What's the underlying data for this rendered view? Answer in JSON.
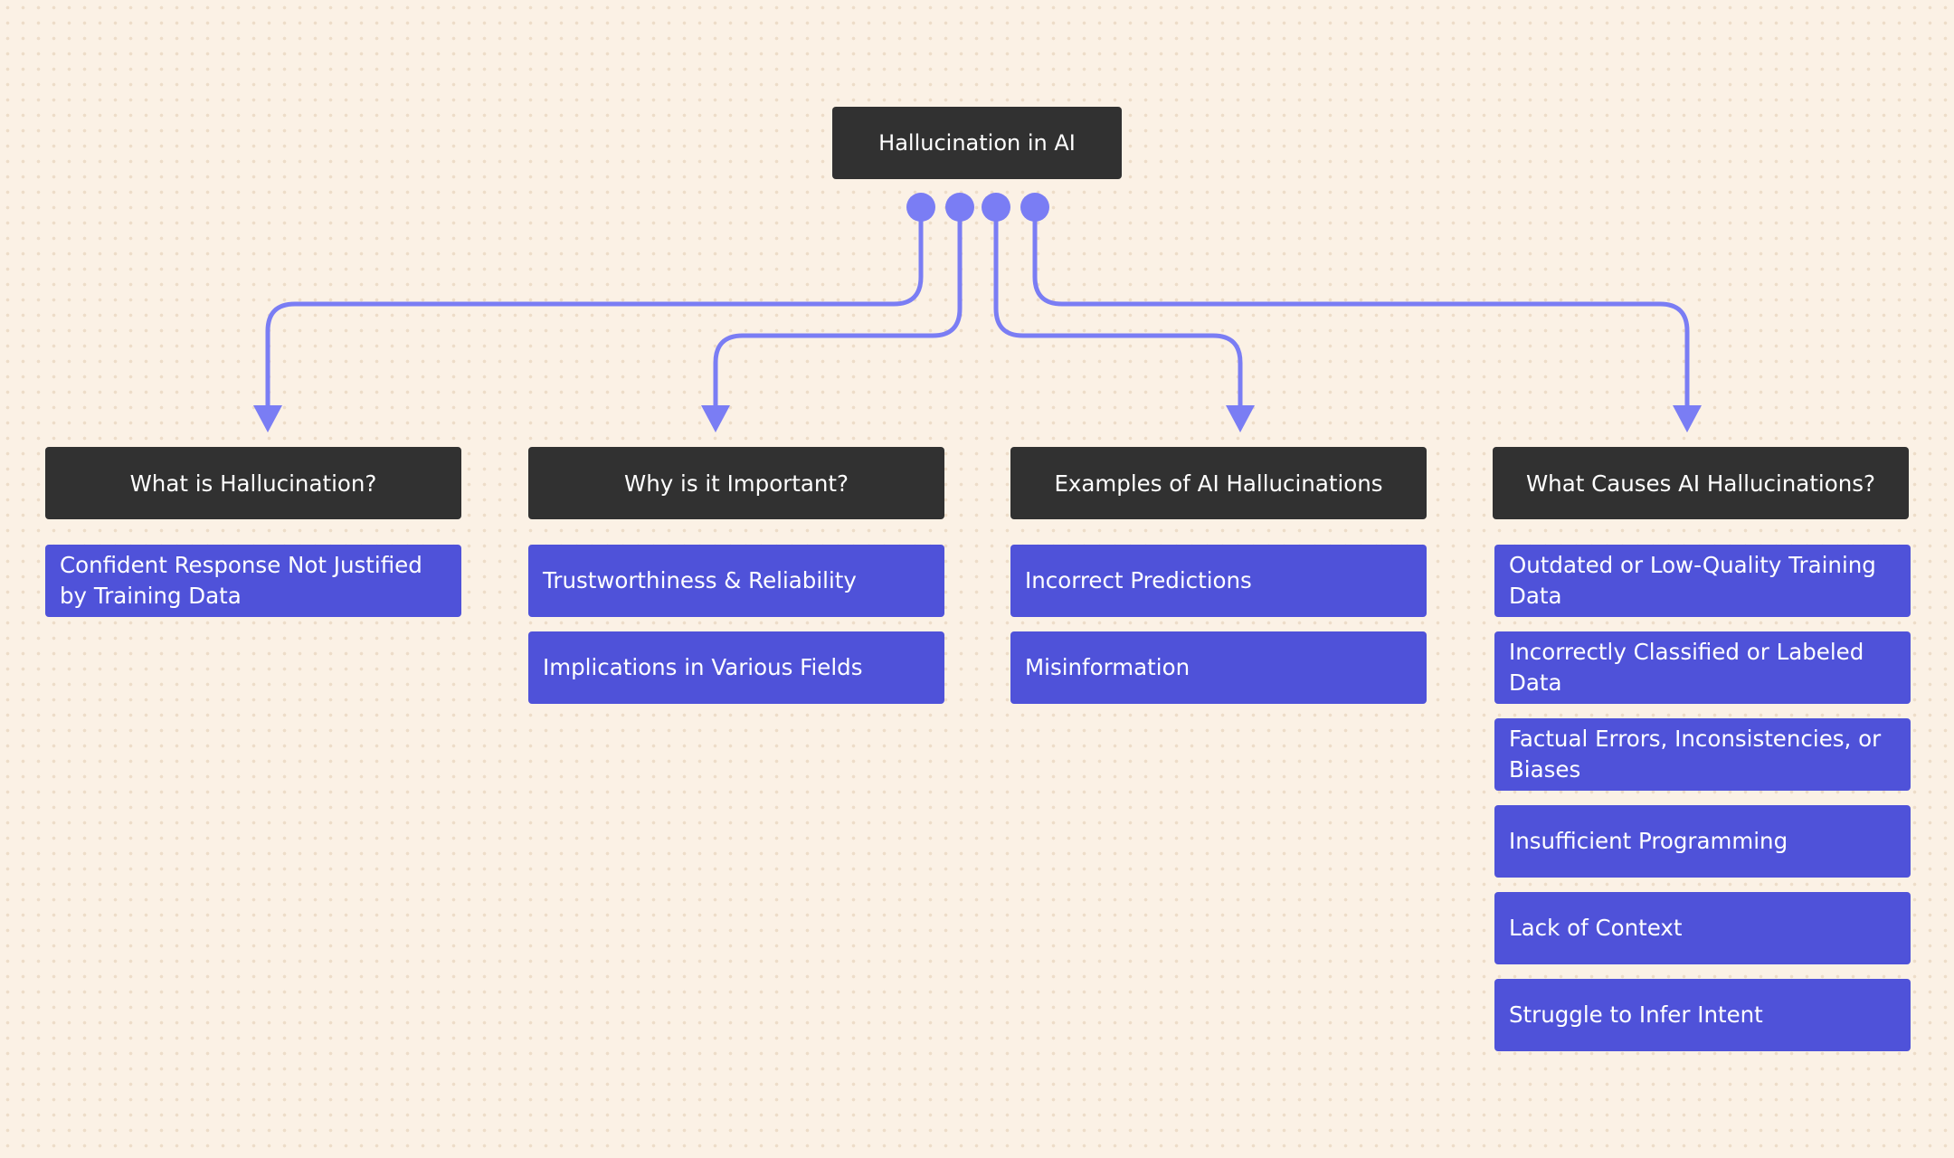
{
  "diagram": {
    "root": {
      "label": "Hallucination in AI"
    },
    "colors": {
      "background": "#fbf1e5",
      "node_dark": "#313131",
      "node_leaf": "#4f52d9",
      "connector": "#7a7df4",
      "text": "#ffffff"
    },
    "branches": [
      {
        "label": "What is Hallucination?",
        "items": [
          "Confident Response Not Justified by Training Data"
        ]
      },
      {
        "label": "Why is it Important?",
        "items": [
          "Trustworthiness & Reliability",
          "Implications in Various Fields"
        ]
      },
      {
        "label": "Examples of AI Hallucinations",
        "items": [
          "Incorrect Predictions",
          "Misinformation"
        ]
      },
      {
        "label": "What Causes AI Hallucinations?",
        "items": [
          "Outdated or Low-Quality Training Data",
          "Incorrectly Classified or Labeled Data",
          "Factual Errors, Inconsistencies, or Biases",
          "Insufficient Programming",
          "Lack of Context",
          "Struggle to Infer Intent"
        ]
      }
    ]
  }
}
